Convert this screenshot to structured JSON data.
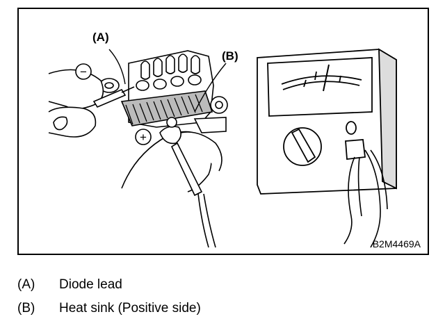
{
  "figure": {
    "callout_a": "(A)",
    "callout_b": "(B)",
    "minus_sign": "−",
    "plus_sign": "+",
    "code": "B2M4469A"
  },
  "legend": [
    {
      "key": "(A)",
      "text": "Diode lead"
    },
    {
      "key": "(B)",
      "text": "Heat sink (Positive side)"
    }
  ]
}
